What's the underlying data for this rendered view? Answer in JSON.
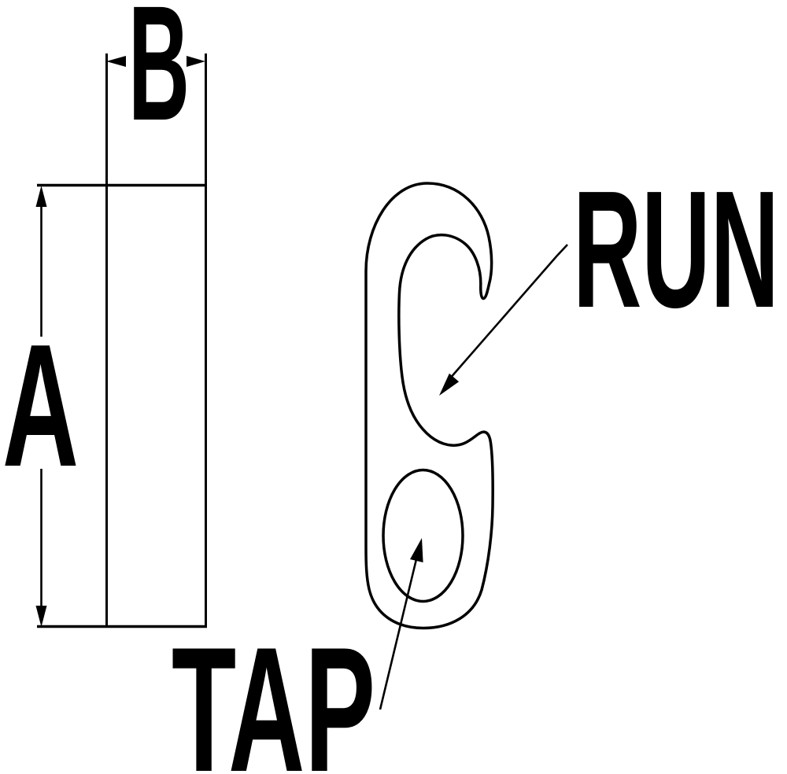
{
  "diagram": {
    "labels": {
      "dim_a": "A",
      "dim_b": "B",
      "run": "RUN",
      "tap": "TAP"
    },
    "colors": {
      "line": "#000000",
      "background": "#ffffff"
    }
  }
}
